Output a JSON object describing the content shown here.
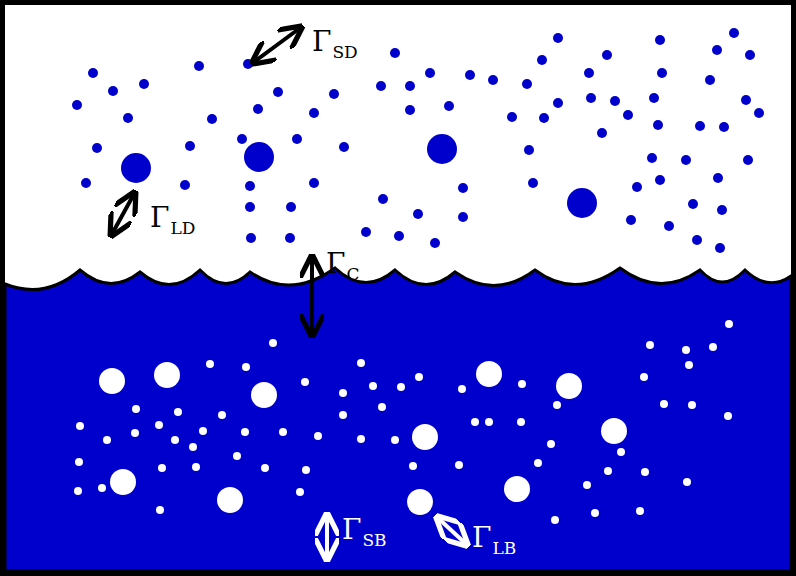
{
  "diagram": {
    "labels": [
      "Γ",
      "SD",
      "Γ",
      "LD",
      "Γ",
      "C",
      "Γ",
      "SB",
      "Γ",
      "LB"
    ]
  }
}
